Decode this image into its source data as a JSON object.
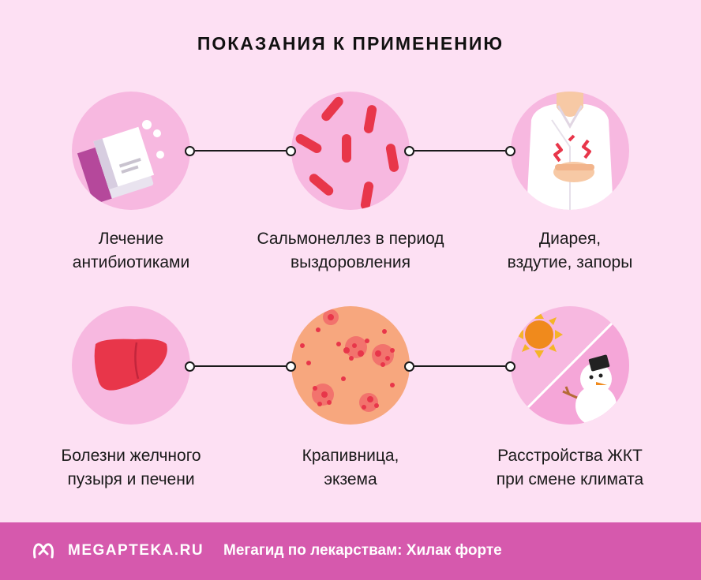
{
  "title": "ПОКАЗАНИЯ К ПРИМЕНЕНИЮ",
  "items": [
    {
      "line1": "Лечение",
      "line2": "антибиотиками",
      "icon": "medicine-box-icon"
    },
    {
      "line1": "Сальмонеллез в период",
      "line2": "выздоровления",
      "icon": "bacteria-icon"
    },
    {
      "line1": "Диарея,",
      "line2": "вздутие, запоры",
      "icon": "stomach-pain-icon"
    },
    {
      "line1": "Болезни желчного",
      "line2": "пузыря и печени",
      "icon": "liver-icon"
    },
    {
      "line1": "Крапивница,",
      "line2": "экзема",
      "icon": "skin-rash-icon"
    },
    {
      "line1": "Расстройства ЖКТ",
      "line2": "при смене климата",
      "icon": "sun-snowman-icon"
    }
  ],
  "footer": {
    "brand": "MEGAPTEKA.RU",
    "tagline": "Мегагид по лекарствам: Хилак форте"
  },
  "colors": {
    "background": "#fde0f3",
    "circle": "#f7b8e0",
    "footer": "#d659ad",
    "accent_red": "#e8364a"
  }
}
